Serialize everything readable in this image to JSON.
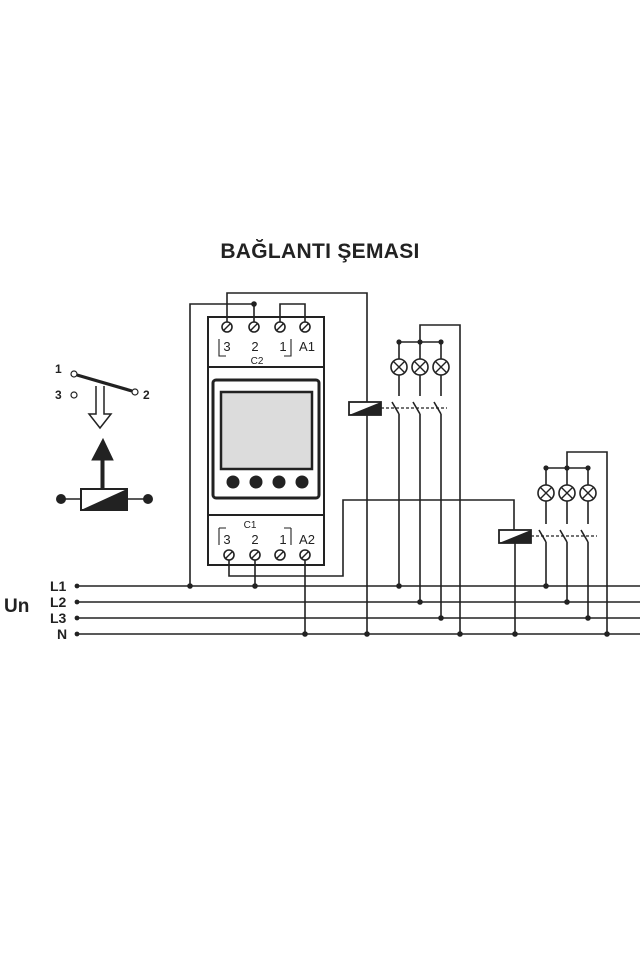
{
  "title": "BAĞLANTI ŞEMASI",
  "supply": {
    "voltage_label": "Un",
    "lines": [
      "L1",
      "L2",
      "L3",
      "N"
    ]
  },
  "switch_legend": {
    "contact_common": "1",
    "contact_nc": "3",
    "contact_no": "2"
  },
  "device": {
    "top_terminals": [
      "3",
      "2",
      "1",
      "A1"
    ],
    "top_channel": "C2",
    "bottom_terminals": [
      "3",
      "2",
      "1",
      "A2"
    ],
    "bottom_channel": "C1"
  }
}
